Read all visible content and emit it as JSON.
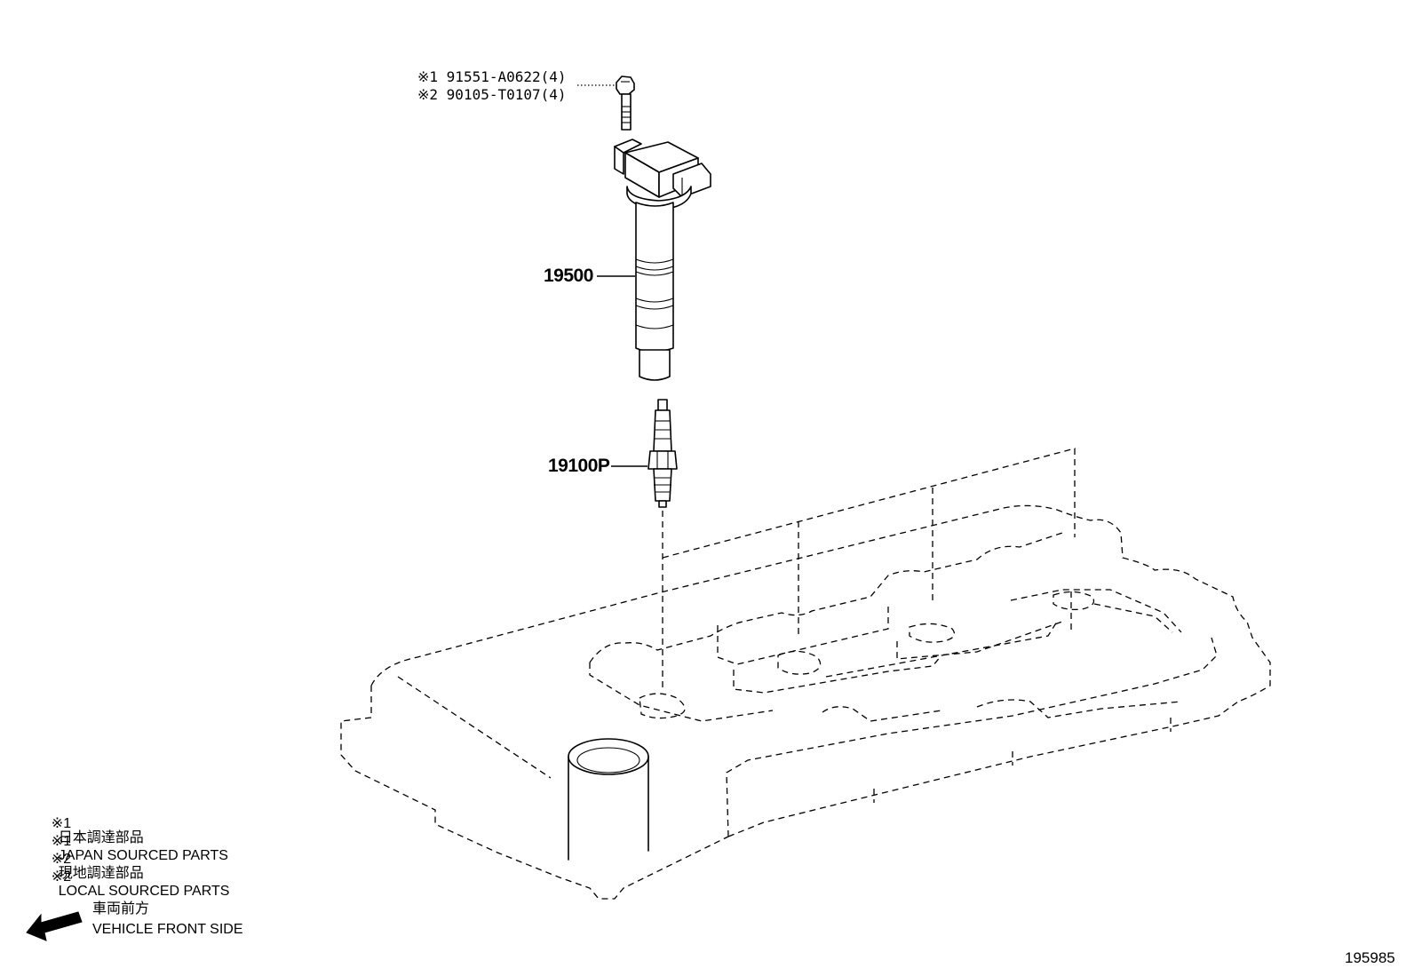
{
  "callouts": {
    "bolt_jp": "※1 91551-A0622(4)",
    "bolt_local": "※2 90105-T0107(4)",
    "ignition_coil": "19500",
    "spark_plug": "19100P"
  },
  "legend": {
    "items": [
      {
        "mark": "※1",
        "text": "日本調達部品"
      },
      {
        "mark": "※1",
        "text": "JAPAN SOURCED PARTS"
      },
      {
        "mark": "※2",
        "text": "現地調達部品"
      },
      {
        "mark": "※2",
        "text": "LOCAL SOURCED PARTS"
      }
    ]
  },
  "direction": {
    "label_jp": "車両前方",
    "label_en": "VEHICLE FRONT SIDE",
    "icon": "arrow-left-icon"
  },
  "diagram_ref": "195985"
}
